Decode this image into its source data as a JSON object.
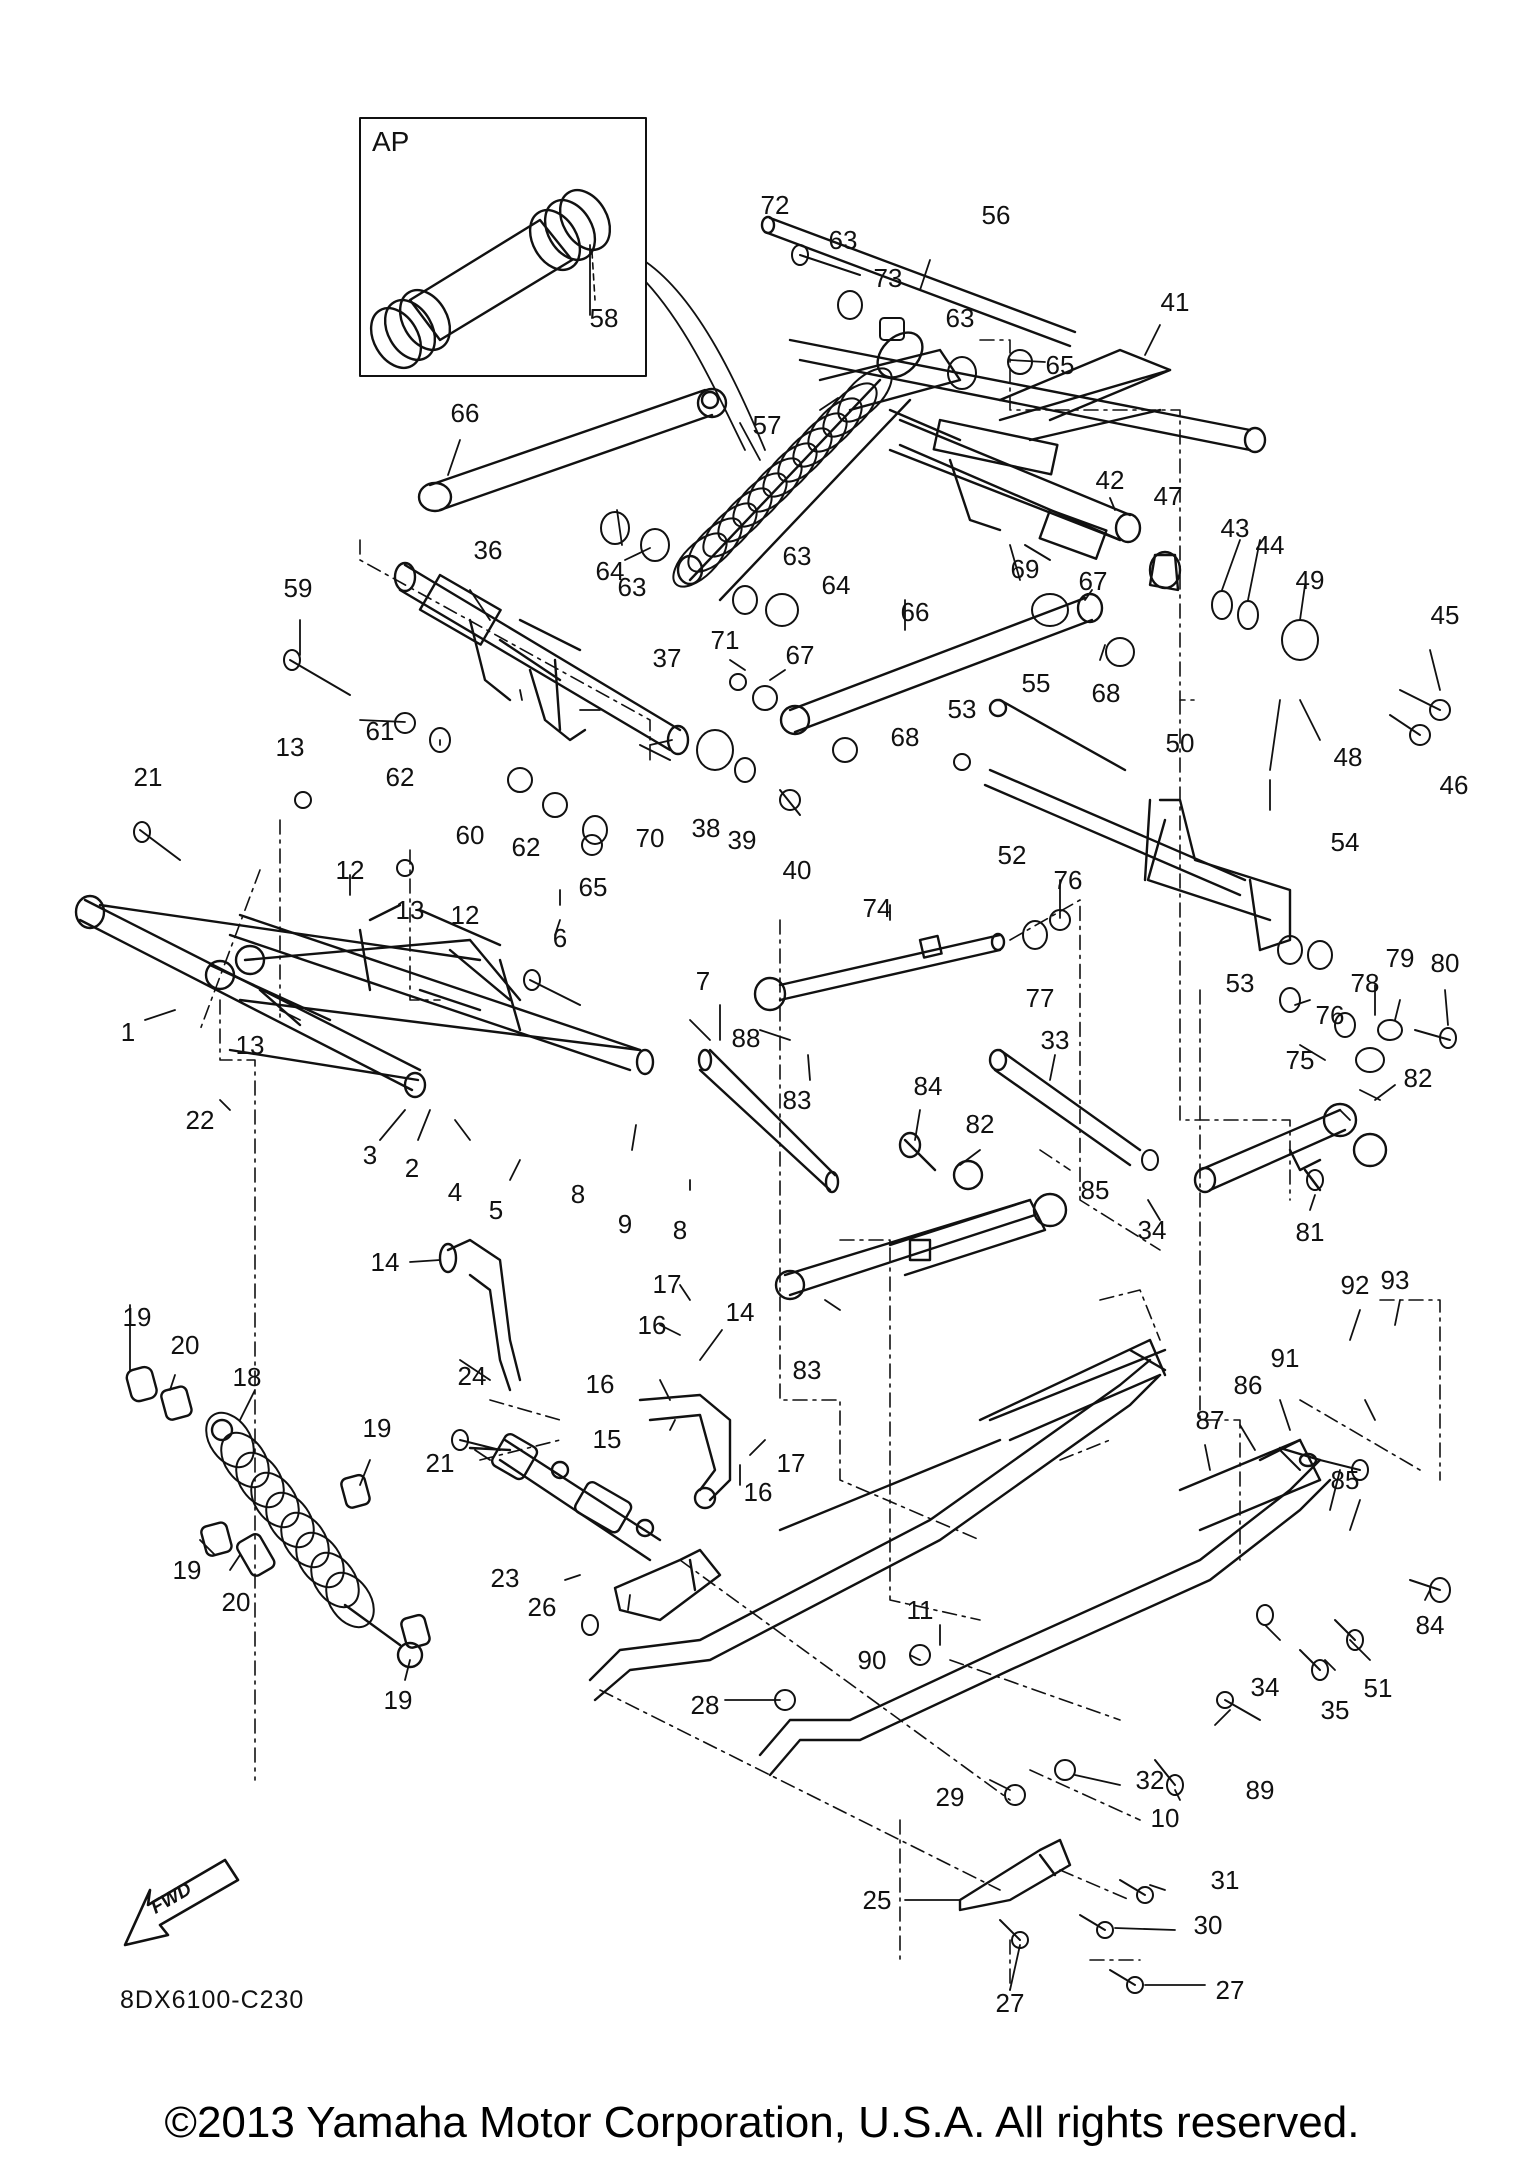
{
  "inset": {
    "label": "AP"
  },
  "diagram_code": "8DX6100-C230",
  "fwd_label": "FWD",
  "copyright": "©2013 Yamaha Motor Corporation, U.S.A. All rights reserved.",
  "colors": {
    "ink": "#111111",
    "background": "#ffffff"
  },
  "callouts": [
    {
      "id": "c72",
      "text": "72"
    },
    {
      "id": "c63a",
      "text": "63"
    },
    {
      "id": "c73",
      "text": "73"
    },
    {
      "id": "c56",
      "text": "56"
    },
    {
      "id": "c63b",
      "text": "63"
    },
    {
      "id": "c65a",
      "text": "65"
    },
    {
      "id": "c41",
      "text": "41"
    },
    {
      "id": "c58",
      "text": "58"
    },
    {
      "id": "c66a",
      "text": "66"
    },
    {
      "id": "c57",
      "text": "57"
    },
    {
      "id": "c42",
      "text": "42"
    },
    {
      "id": "c47",
      "text": "47"
    },
    {
      "id": "c43",
      "text": "43"
    },
    {
      "id": "c44",
      "text": "44"
    },
    {
      "id": "c49",
      "text": "49"
    },
    {
      "id": "c45",
      "text": "45"
    },
    {
      "id": "c36",
      "text": "36"
    },
    {
      "id": "c64a",
      "text": "64"
    },
    {
      "id": "c63c",
      "text": "63"
    },
    {
      "id": "c63d",
      "text": "63"
    },
    {
      "id": "c64b",
      "text": "64"
    },
    {
      "id": "c69",
      "text": "69"
    },
    {
      "id": "c67a",
      "text": "67"
    },
    {
      "id": "c59",
      "text": "59"
    },
    {
      "id": "c66b",
      "text": "66"
    },
    {
      "id": "c71",
      "text": "71"
    },
    {
      "id": "c67b",
      "text": "67"
    },
    {
      "id": "c68a",
      "text": "68"
    },
    {
      "id": "c37",
      "text": "37"
    },
    {
      "id": "c55",
      "text": "55"
    },
    {
      "id": "c48",
      "text": "48"
    },
    {
      "id": "c46",
      "text": "46"
    },
    {
      "id": "c61",
      "text": "61"
    },
    {
      "id": "c53a",
      "text": "53"
    },
    {
      "id": "c68b",
      "text": "68"
    },
    {
      "id": "c13a",
      "text": "13"
    },
    {
      "id": "c62a",
      "text": "62"
    },
    {
      "id": "c50",
      "text": "50"
    },
    {
      "id": "c21a",
      "text": "21"
    },
    {
      "id": "c60",
      "text": "60"
    },
    {
      "id": "c62b",
      "text": "62"
    },
    {
      "id": "c38",
      "text": "38"
    },
    {
      "id": "c39",
      "text": "39"
    },
    {
      "id": "c70",
      "text": "70"
    },
    {
      "id": "c40",
      "text": "40"
    },
    {
      "id": "c52",
      "text": "52"
    },
    {
      "id": "c54",
      "text": "54"
    },
    {
      "id": "c12a",
      "text": "12"
    },
    {
      "id": "c13b",
      "text": "13"
    },
    {
      "id": "c12b",
      "text": "12"
    },
    {
      "id": "c65b",
      "text": "65"
    },
    {
      "id": "c76a",
      "text": "76"
    },
    {
      "id": "c74",
      "text": "74"
    },
    {
      "id": "c77",
      "text": "77"
    },
    {
      "id": "c6",
      "text": "6"
    },
    {
      "id": "c53b",
      "text": "53"
    },
    {
      "id": "c79",
      "text": "79"
    },
    {
      "id": "c80",
      "text": "80"
    },
    {
      "id": "c78",
      "text": "78"
    },
    {
      "id": "c1",
      "text": "1"
    },
    {
      "id": "c13c",
      "text": "13"
    },
    {
      "id": "c7",
      "text": "7"
    },
    {
      "id": "c88",
      "text": "88"
    },
    {
      "id": "c76b",
      "text": "76"
    },
    {
      "id": "c75",
      "text": "75"
    },
    {
      "id": "c82a",
      "text": "82"
    },
    {
      "id": "c83a",
      "text": "83"
    },
    {
      "id": "c84a",
      "text": "84"
    },
    {
      "id": "c33",
      "text": "33"
    },
    {
      "id": "c22",
      "text": "22"
    },
    {
      "id": "c3",
      "text": "3"
    },
    {
      "id": "c2",
      "text": "2"
    },
    {
      "id": "c4",
      "text": "4"
    },
    {
      "id": "c8a",
      "text": "8"
    },
    {
      "id": "c82b",
      "text": "82"
    },
    {
      "id": "c5",
      "text": "5"
    },
    {
      "id": "c9",
      "text": "9"
    },
    {
      "id": "c8b",
      "text": "8"
    },
    {
      "id": "c85a",
      "text": "85"
    },
    {
      "id": "c34a",
      "text": "34"
    },
    {
      "id": "c81",
      "text": "81"
    },
    {
      "id": "c14a",
      "text": "14"
    },
    {
      "id": "c17a",
      "text": "17"
    },
    {
      "id": "c14b",
      "text": "14"
    },
    {
      "id": "c16a",
      "text": "16"
    },
    {
      "id": "c83b",
      "text": "83"
    },
    {
      "id": "c92",
      "text": "92"
    },
    {
      "id": "c93",
      "text": "93"
    },
    {
      "id": "c19a",
      "text": "19"
    },
    {
      "id": "c20a",
      "text": "20"
    },
    {
      "id": "c18",
      "text": "18"
    },
    {
      "id": "c24",
      "text": "24"
    },
    {
      "id": "c16b",
      "text": "16"
    },
    {
      "id": "c91",
      "text": "91"
    },
    {
      "id": "c86",
      "text": "86"
    },
    {
      "id": "c87",
      "text": "87"
    },
    {
      "id": "c15",
      "text": "15"
    },
    {
      "id": "c17b",
      "text": "17"
    },
    {
      "id": "c16c",
      "text": "16"
    },
    {
      "id": "c19b",
      "text": "19"
    },
    {
      "id": "c21b",
      "text": "21"
    },
    {
      "id": "c85b",
      "text": "85"
    },
    {
      "id": "c19c",
      "text": "19"
    },
    {
      "id": "c20b",
      "text": "20"
    },
    {
      "id": "c23",
      "text": "23"
    },
    {
      "id": "c26",
      "text": "26"
    },
    {
      "id": "c84b",
      "text": "84"
    },
    {
      "id": "c11",
      "text": "11"
    },
    {
      "id": "c34b",
      "text": "34"
    },
    {
      "id": "c51",
      "text": "51"
    },
    {
      "id": "c90",
      "text": "90"
    },
    {
      "id": "c35",
      "text": "35"
    },
    {
      "id": "c19d",
      "text": "19"
    },
    {
      "id": "c28",
      "text": "28"
    },
    {
      "id": "c89",
      "text": "89"
    },
    {
      "id": "c29",
      "text": "29"
    },
    {
      "id": "c32",
      "text": "32"
    },
    {
      "id": "c10",
      "text": "10"
    },
    {
      "id": "c31",
      "text": "31"
    },
    {
      "id": "c25",
      "text": "25"
    },
    {
      "id": "c30",
      "text": "30"
    },
    {
      "id": "c27a",
      "text": "27"
    },
    {
      "id": "c27b",
      "text": "27"
    }
  ]
}
